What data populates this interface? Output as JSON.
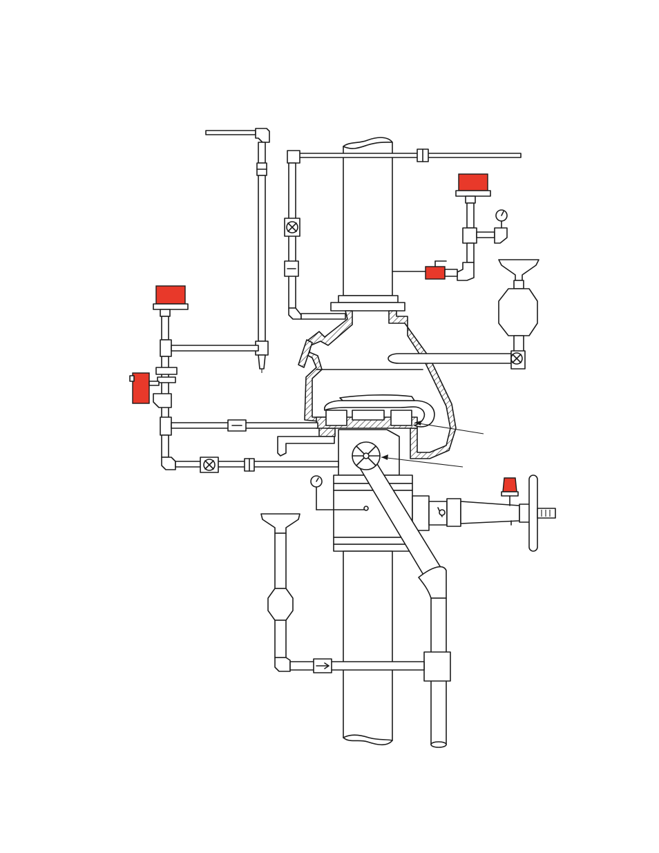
{
  "diagram": {
    "accent_color": "#e8392a",
    "line_color": "#1a1a1a",
    "background": "#ffffff",
    "components": [
      "riser-pipe",
      "dry-pipe-valve-body",
      "clapper",
      "priming-chamber",
      "alarm-pressure-switch",
      "air-pressure-switch",
      "alarm-bell-device",
      "accelerator",
      "drain-funnel-cup",
      "main-drain-funnel",
      "gauge",
      "ball-valve",
      "check-valve",
      "angle-valve",
      "indicating-supervisory-switch",
      "os-and-y-gate-valve",
      "handwheel",
      "drain-elbow"
    ]
  }
}
